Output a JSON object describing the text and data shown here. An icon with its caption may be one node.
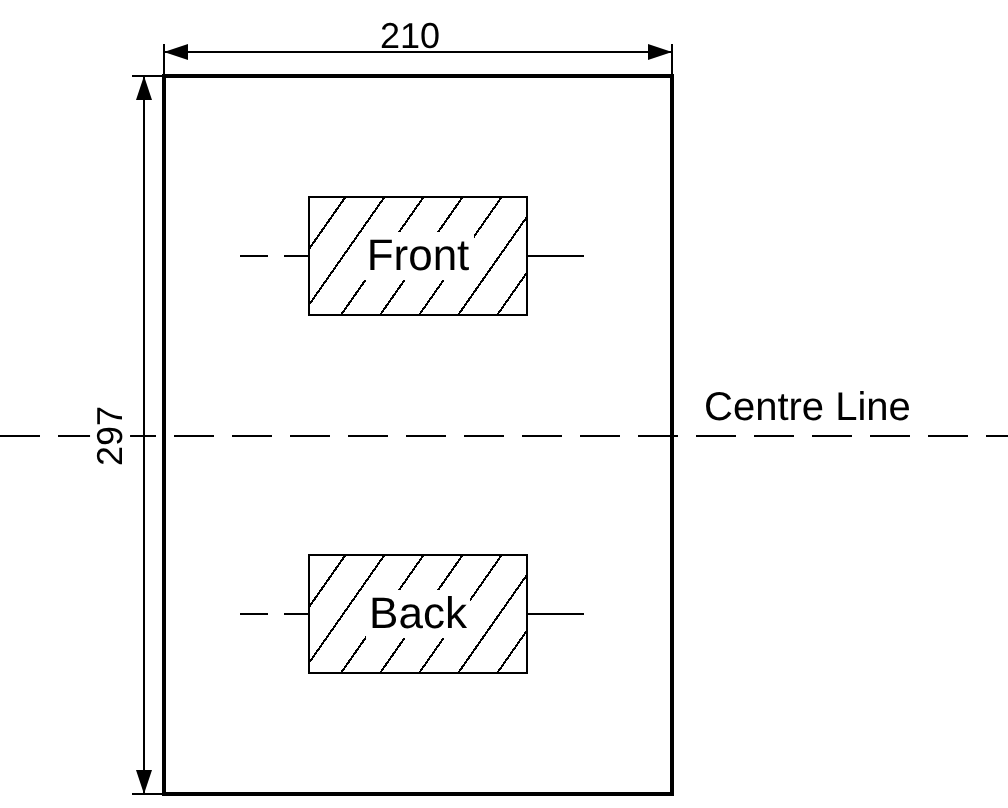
{
  "diagram": {
    "nodes": [
      {
        "text": [
          "Front"
        ]
      },
      {
        "text": [
          "Back"
        ]
      }
    ],
    "labels": [
      "210",
      "297",
      "Centre Line"
    ]
  }
}
